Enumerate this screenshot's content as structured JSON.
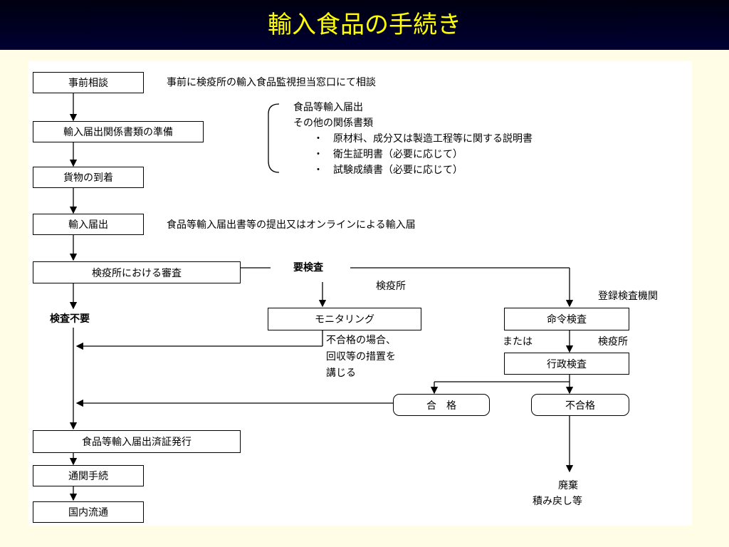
{
  "title": "輸入食品の手続き",
  "flow": {
    "consult": "事前相談",
    "consult_note": "事前に検疫所の輸入食品監視担当窓口にて相談",
    "prepare": "輸入届出関係書類の準備",
    "docs": [
      "食品等輸入届出",
      "その他の関係書類",
      "・　原材料、成分又は製造工程等に関する説明書",
      "・　衛生証明書（必要に応じて）",
      "・　試験成績書（必要に応じて）"
    ],
    "arrival": "貨物の到着",
    "notify": "輸入届出",
    "notify_note": "食品等輸入届出書等の提出又はオンラインによる輸入届",
    "review": "検疫所における審査",
    "inspection_required": "要検査",
    "quarantine_label": "検疫所",
    "registered_lab": "登録検査機関",
    "no_inspection": "検査不要",
    "monitoring": "モニタリング",
    "ordered": "命令検査",
    "or": "または",
    "quarantine_label2": "検疫所",
    "admin": "行政検査",
    "fail_note": [
      "不合格の場合、",
      "回収等の措置を",
      "講じる"
    ],
    "pass": "合　格",
    "fail": "不合格",
    "cert": "食品等輸入届出済証発行",
    "customs": "通関手続",
    "domestic": "国内流通",
    "disposal": [
      "廃棄",
      "積み戻し等"
    ]
  }
}
